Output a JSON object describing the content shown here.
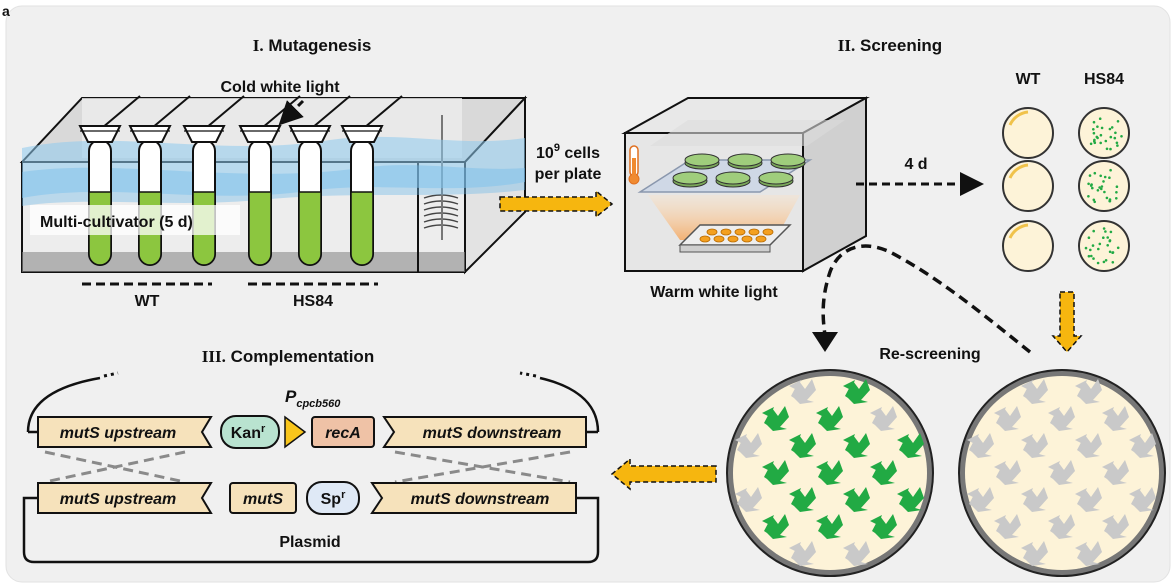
{
  "panel_letter": "a",
  "sections": {
    "mutagenesis": {
      "numeral": "I.",
      "title": "Mutagenesis"
    },
    "screening": {
      "numeral": "II.",
      "title": "Screening"
    },
    "complementation": {
      "numeral": "III.",
      "title": "Complementation"
    }
  },
  "mutagenesis": {
    "light_label": "Cold white light",
    "device_label": "Multi-cultivator (5 d)",
    "group_wt": "WT",
    "group_hs84": "HS84"
  },
  "transfer": {
    "cells_base": "10",
    "cells_exp": "9",
    "cells_suffix": " cells",
    "cells_line2": "per plate"
  },
  "screening": {
    "light_label": "Warm white  light",
    "duration": "4 d",
    "col_wt": "WT",
    "col_hs84": "HS84",
    "rescreen_label": "Re-screening"
  },
  "complementation": {
    "promoter_p": "P",
    "promoter_sub": "cpcb560",
    "genome": {
      "left": "mutS upstream",
      "marker_base": "Kan",
      "marker_sup": "r",
      "gene": "recA",
      "right": "mutS downstream"
    },
    "plasmid": {
      "left": "mutS upstream",
      "gene": "mutS",
      "marker_base": "Sp",
      "marker_sup": "r",
      "right": "mutS downstream",
      "label": "Plasmid"
    }
  },
  "colors": {
    "culture_green": "#8cc63f",
    "colony_green": "#22aa44",
    "colony_grey": "#c9c9c9",
    "arrow_orange": "#f6b60f",
    "agar": "#fdf3d8",
    "gene_box": "#f6e2bb",
    "kan_box": "#b9e3d0",
    "reca_box": "#efc2a6",
    "sp_box": "#dfe9f6",
    "promoter": "#f8c51b",
    "water_blue": "#8ecbef",
    "panel_bg": "#f0f0f0"
  }
}
